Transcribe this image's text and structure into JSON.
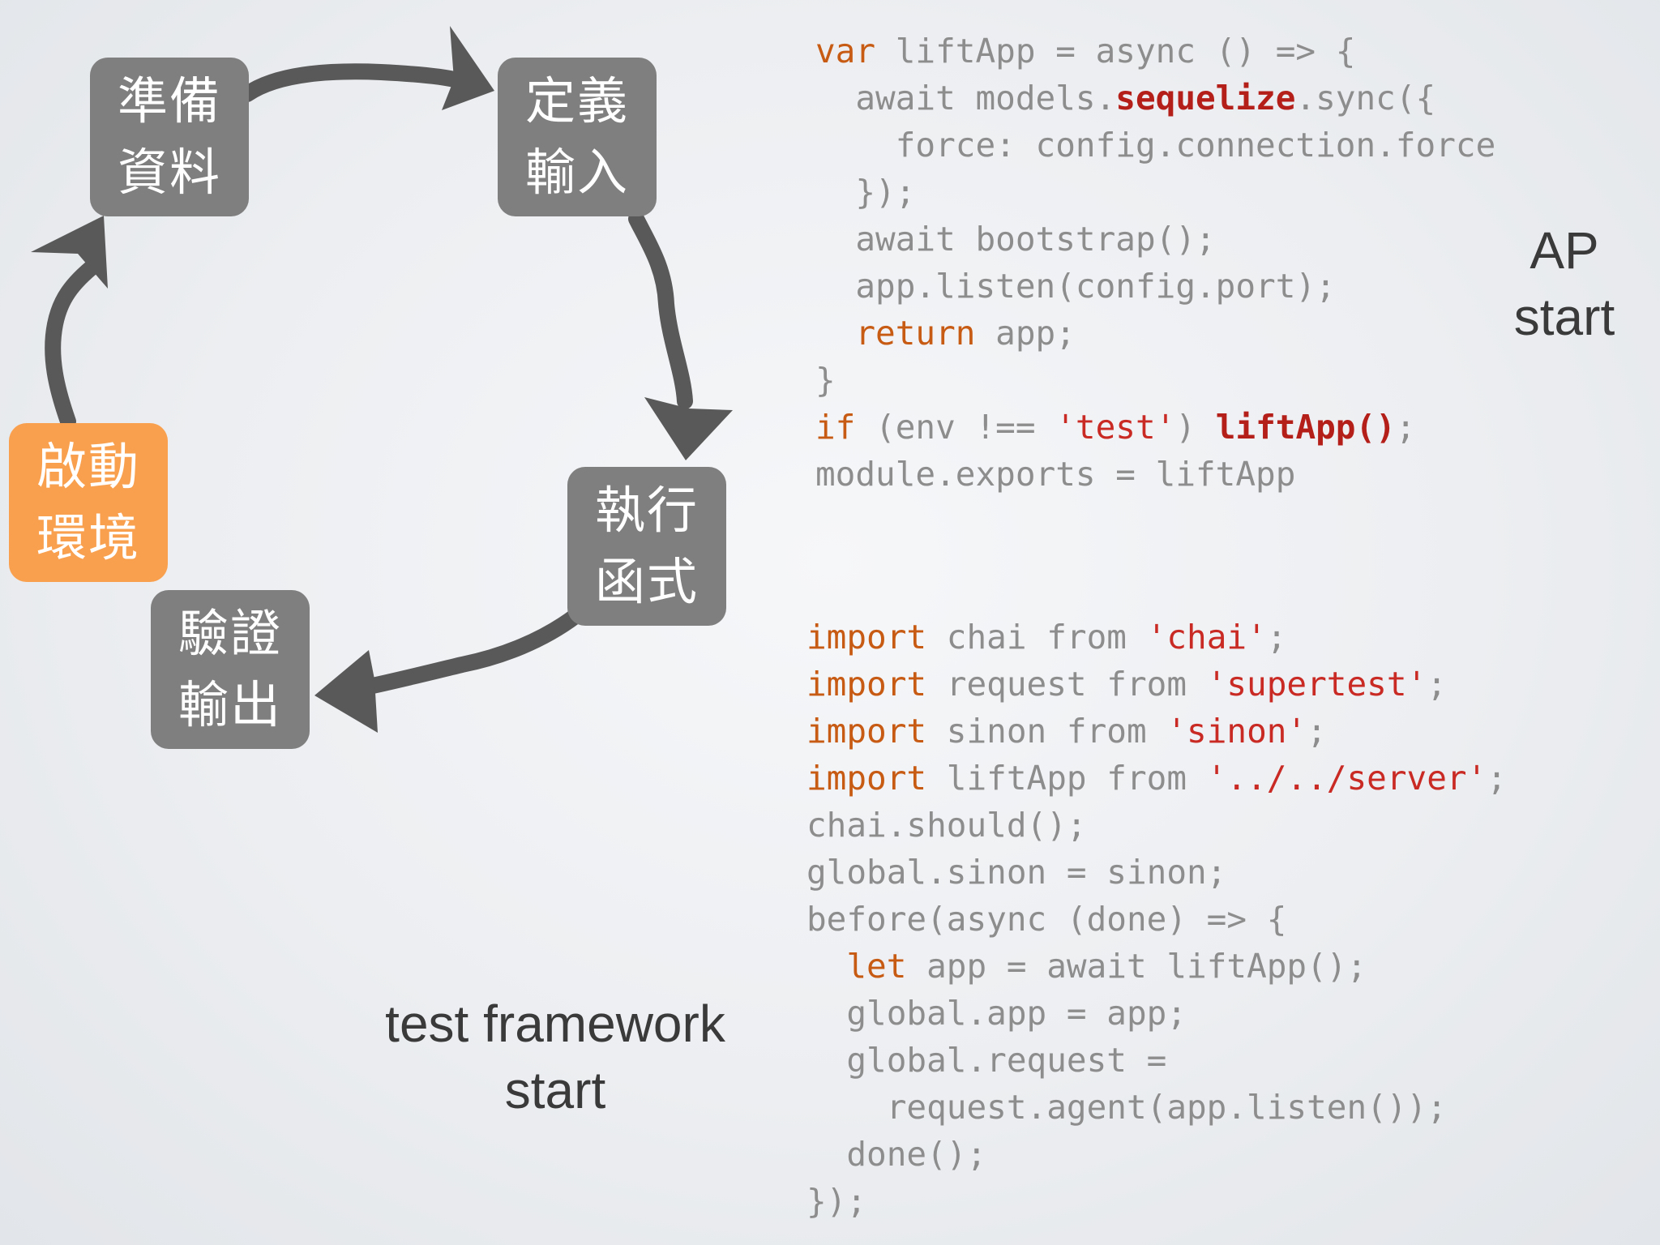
{
  "diagram": {
    "steps": [
      {
        "id": "prepare-data",
        "lines": [
          "準備",
          "資料"
        ],
        "active": false
      },
      {
        "id": "define-input",
        "lines": [
          "定義",
          "輸入"
        ],
        "active": false
      },
      {
        "id": "execute-function",
        "lines": [
          "執行",
          "函式"
        ],
        "active": false
      },
      {
        "id": "verify-output",
        "lines": [
          "驗證",
          "輸出"
        ],
        "active": false
      },
      {
        "id": "start-env",
        "lines": [
          "啟動",
          "環境"
        ],
        "active": true
      }
    ],
    "colors": {
      "box": "#7f7f7f",
      "active_box": "#f9a04e",
      "arrow": "#595959",
      "box_text": "#ffffff"
    }
  },
  "labels": {
    "ap": [
      "AP",
      "start"
    ],
    "test": [
      "test framework",
      "start"
    ]
  },
  "code": {
    "ap_start": [
      [
        {
          "t": "var",
          "c": "kw"
        },
        {
          "t": " liftApp = async () => {",
          "c": "plain"
        }
      ],
      [
        {
          "t": "  await models.",
          "c": "plain"
        },
        {
          "t": "sequelize",
          "c": "hl"
        },
        {
          "t": ".sync({",
          "c": "plain"
        }
      ],
      [
        {
          "t": "    force: config.connection.force",
          "c": "plain"
        }
      ],
      [
        {
          "t": "  });",
          "c": "plain"
        }
      ],
      [
        {
          "t": "  await bootstrap();",
          "c": "plain"
        }
      ],
      [
        {
          "t": "  app.listen(config.port);",
          "c": "plain"
        }
      ],
      [
        {
          "t": "  ",
          "c": "plain"
        },
        {
          "t": "return",
          "c": "kw"
        },
        {
          "t": " app;",
          "c": "plain"
        }
      ],
      [
        {
          "t": "}",
          "c": "plain"
        }
      ],
      [
        {
          "t": "if",
          "c": "kw"
        },
        {
          "t": " (env !== ",
          "c": "plain"
        },
        {
          "t": "'test'",
          "c": "str"
        },
        {
          "t": ") ",
          "c": "plain"
        },
        {
          "t": "liftApp()",
          "c": "hl"
        },
        {
          "t": ";",
          "c": "plain"
        }
      ],
      [
        {
          "t": "module.exports = liftApp",
          "c": "plain"
        }
      ]
    ],
    "test_start": [
      [
        {
          "t": "import",
          "c": "kw"
        },
        {
          "t": " chai from ",
          "c": "plain"
        },
        {
          "t": "'chai'",
          "c": "str"
        },
        {
          "t": ";",
          "c": "plain"
        }
      ],
      [
        {
          "t": "import",
          "c": "kw"
        },
        {
          "t": " request from ",
          "c": "plain"
        },
        {
          "t": "'supertest'",
          "c": "str"
        },
        {
          "t": ";",
          "c": "plain"
        }
      ],
      [
        {
          "t": "import",
          "c": "kw"
        },
        {
          "t": " sinon from ",
          "c": "plain"
        },
        {
          "t": "'sinon'",
          "c": "str"
        },
        {
          "t": ";",
          "c": "plain"
        }
      ],
      [
        {
          "t": "import",
          "c": "kw"
        },
        {
          "t": " liftApp from ",
          "c": "plain"
        },
        {
          "t": "'../../server'",
          "c": "str"
        },
        {
          "t": ";",
          "c": "plain"
        }
      ],
      [
        {
          "t": "chai.should();",
          "c": "plain"
        }
      ],
      [
        {
          "t": "global.sinon = sinon;",
          "c": "plain"
        }
      ],
      [
        {
          "t": "before(async (done) => {",
          "c": "plain"
        }
      ],
      [
        {
          "t": "  ",
          "c": "plain"
        },
        {
          "t": "let",
          "c": "kw"
        },
        {
          "t": " app = await liftApp();",
          "c": "plain"
        }
      ],
      [
        {
          "t": "  global.app = app;",
          "c": "plain"
        }
      ],
      [
        {
          "t": "  global.request =",
          "c": "plain"
        }
      ],
      [
        {
          "t": "    request.agent(app.listen());",
          "c": "plain"
        }
      ],
      [
        {
          "t": "  done();",
          "c": "plain"
        }
      ],
      [
        {
          "t": "});",
          "c": "plain"
        }
      ]
    ]
  }
}
